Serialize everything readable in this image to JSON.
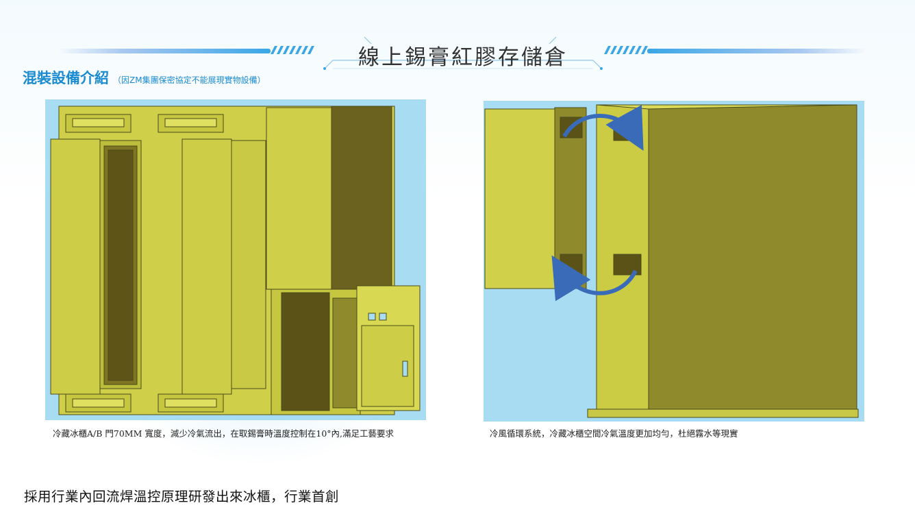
{
  "title": "線上錫膏紅膠存儲倉",
  "section": {
    "title": "混裝設備介紹",
    "note": "（因ZM集團保密協定不能展現實物設備）"
  },
  "figures": [
    {
      "caption": "冷藏冰櫃A/B 門70MM 寬度，減少冷氣流出，在取錫膏時溫度控制在10°內,滿足工藝要求"
    },
    {
      "caption": "冷風循環系統，冷藏冰櫃空間冷氣溫度更加均勻，杜絕霧水等現實"
    }
  ],
  "footer": {
    "text": "採用行業內回流焊溫控原理研發出來冰櫃，行業首創"
  },
  "colors": {
    "accent_blue": "#1a8bd0",
    "panel_blue": "#a8dcf2",
    "cabinet_yellow": "#cccc44",
    "cabinet_olive": "#8f8a2c",
    "arrow_blue": "#3a6bb8"
  }
}
